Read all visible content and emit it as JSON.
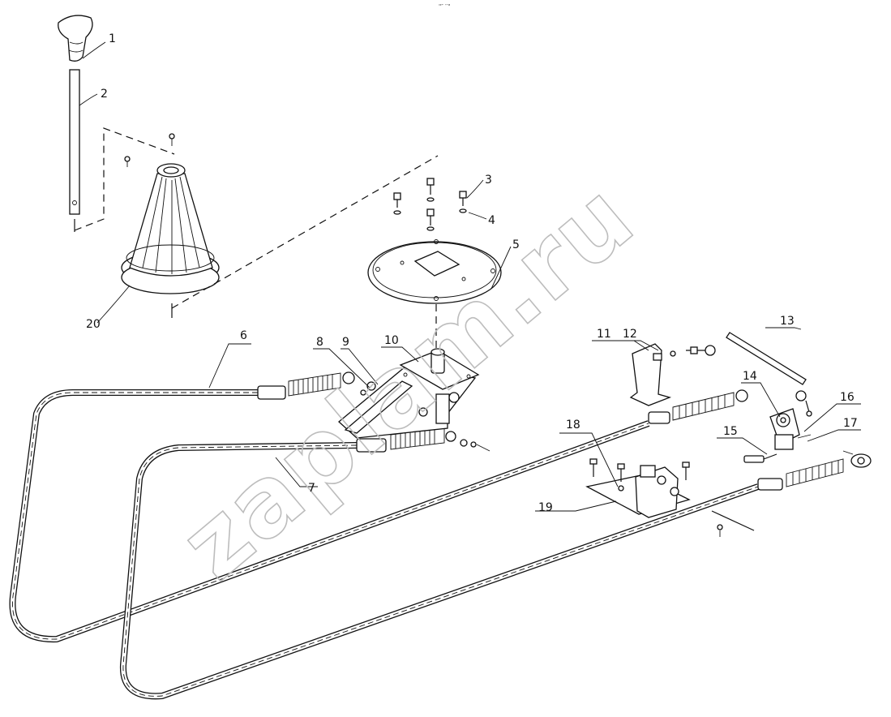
{
  "header_mark": "\"″ ′′\"",
  "watermark": "zaplam.ru",
  "callouts": [
    {
      "id": "1",
      "label": "1"
    },
    {
      "id": "2",
      "label": "2"
    },
    {
      "id": "3",
      "label": "3"
    },
    {
      "id": "4",
      "label": "4"
    },
    {
      "id": "5",
      "label": "5"
    },
    {
      "id": "6",
      "label": "6"
    },
    {
      "id": "7",
      "label": "7"
    },
    {
      "id": "8",
      "label": "8"
    },
    {
      "id": "9",
      "label": "9"
    },
    {
      "id": "10",
      "label": "10"
    },
    {
      "id": "11",
      "label": "11"
    },
    {
      "id": "12",
      "label": "12"
    },
    {
      "id": "13",
      "label": "13"
    },
    {
      "id": "14",
      "label": "14"
    },
    {
      "id": "15",
      "label": "15"
    },
    {
      "id": "16",
      "label": "16"
    },
    {
      "id": "17",
      "label": "17"
    },
    {
      "id": "18",
      "label": "18"
    },
    {
      "id": "19",
      "label": "19"
    },
    {
      "id": "20",
      "label": "20"
    }
  ]
}
